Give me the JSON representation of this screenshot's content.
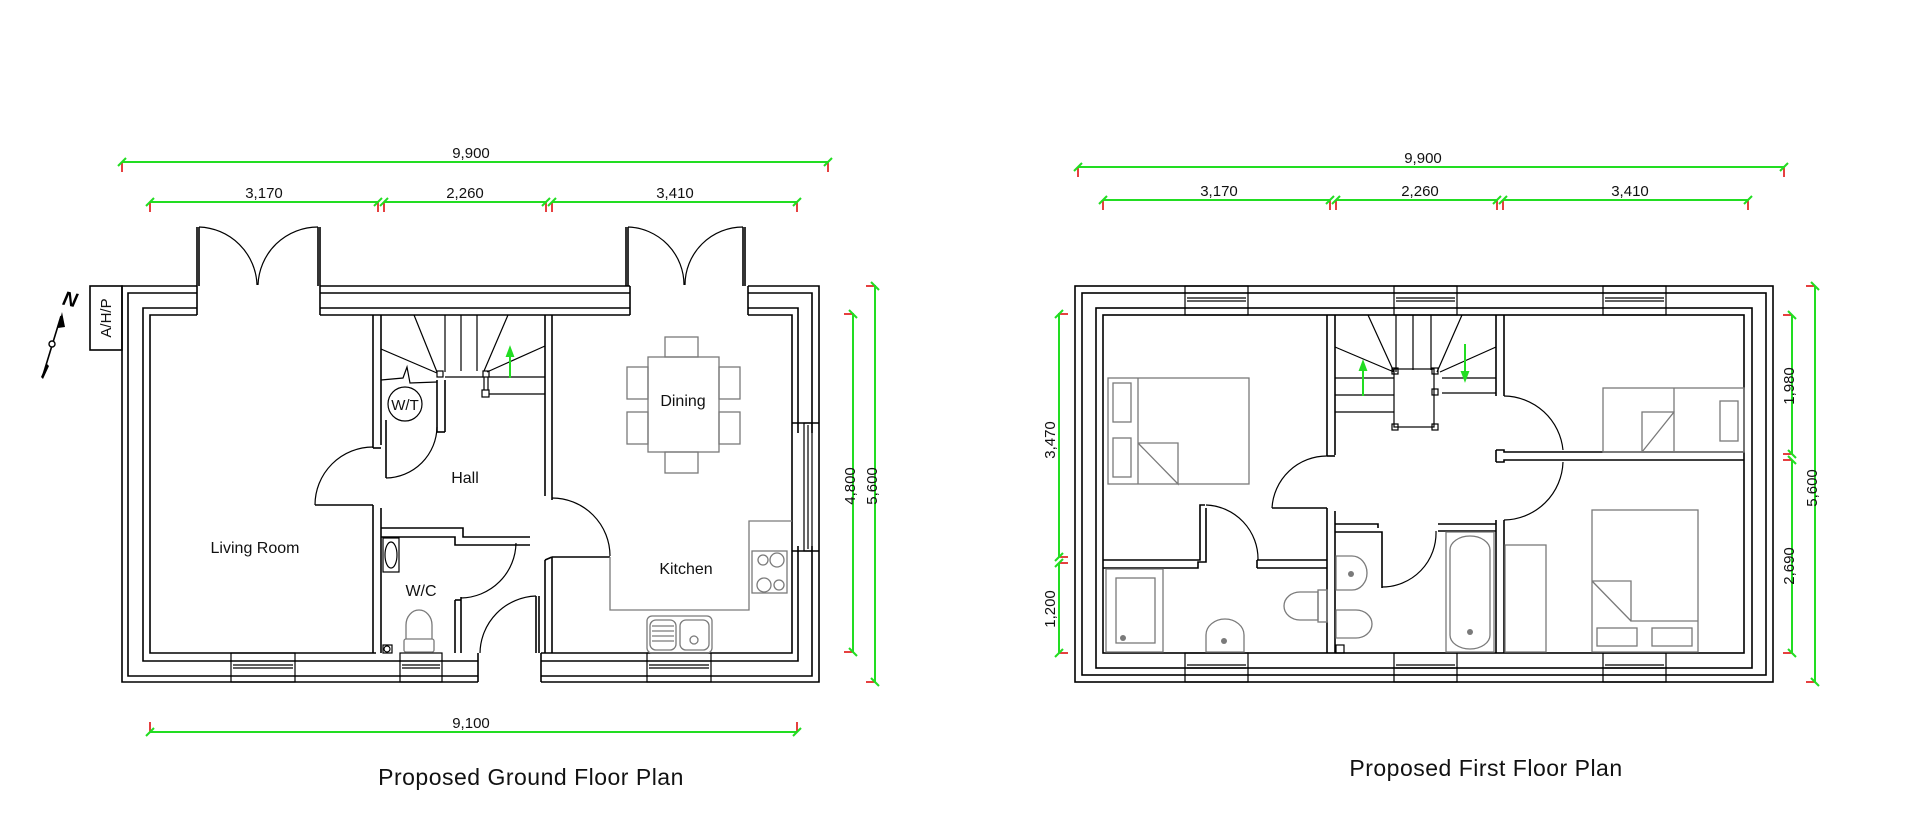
{
  "ground_floor": {
    "title": "Proposed Ground Floor Plan",
    "rooms": {
      "living_room": "Living Room",
      "hall": "Hall",
      "wc": "W/C",
      "water_tank": "W/T",
      "dining": "Dining",
      "kitchen": "Kitchen"
    },
    "heat_pump_label": "A/H/P",
    "north_label": "N",
    "dimensions": {
      "overall_top": "9,900",
      "segment_1": "3,170",
      "segment_2": "2,260",
      "segment_3": "3,410",
      "overall_bottom": "9,100",
      "inner_height": "4,800",
      "overall_height": "5,600"
    }
  },
  "first_floor": {
    "title": "Proposed First Floor Plan",
    "dimensions": {
      "overall_top": "9,900",
      "segment_1": "3,170",
      "segment_2": "2,260",
      "segment_3": "3,410",
      "left_upper": "3,470",
      "left_lower": "1,200",
      "right_upper": "1,980",
      "right_lower": "2,690",
      "overall_height": "5,600"
    }
  },
  "colors": {
    "dimension_line": "#22dd22",
    "dimension_tick": "#e01010",
    "wall": "#000000",
    "furniture": "#7a7a7a"
  }
}
